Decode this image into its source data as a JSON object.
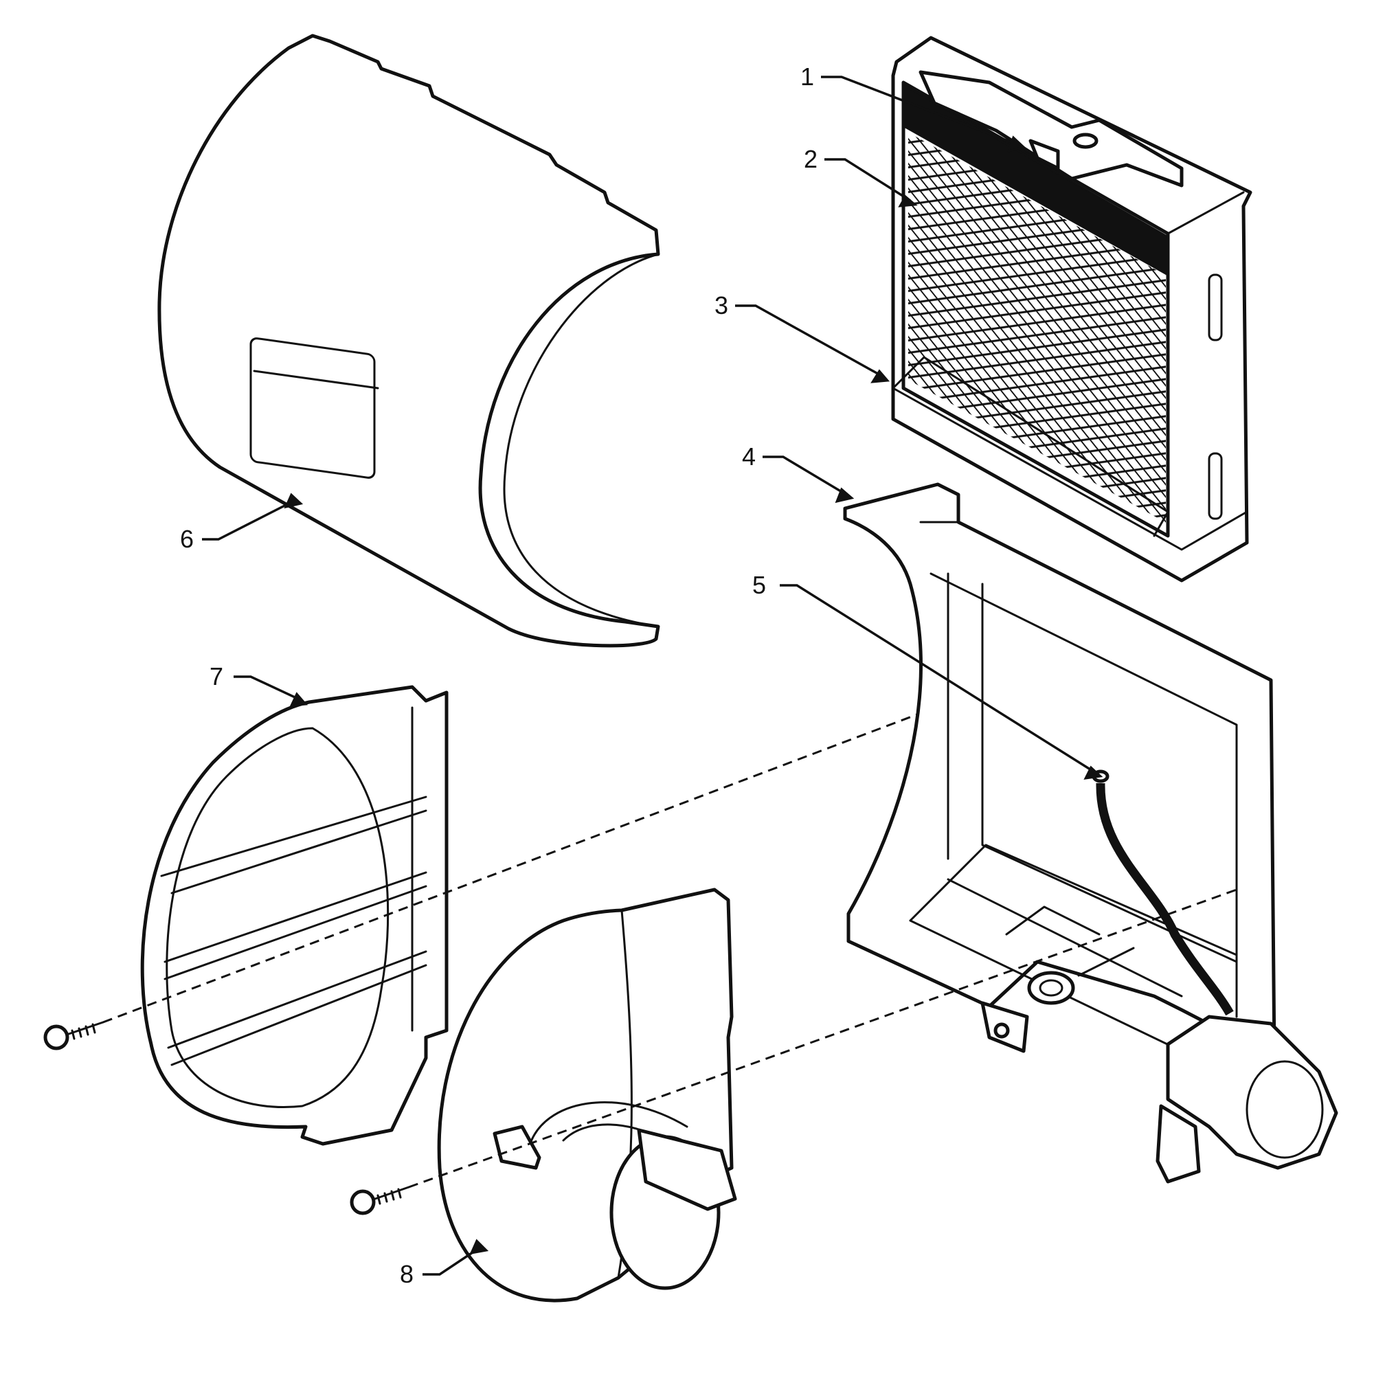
{
  "callouts": [
    {
      "id": "1",
      "label": "1"
    },
    {
      "id": "2",
      "label": "2"
    },
    {
      "id": "3",
      "label": "3"
    },
    {
      "id": "4",
      "label": "4"
    },
    {
      "id": "5",
      "label": "5"
    },
    {
      "id": "6",
      "label": "6"
    },
    {
      "id": "7",
      "label": "7"
    },
    {
      "id": "8",
      "label": "8"
    }
  ],
  "parts": [
    {
      "callout": "1",
      "icon": "clip-icon"
    },
    {
      "callout": "2",
      "icon": "mesh-pad-icon"
    },
    {
      "callout": "3",
      "icon": "pad-frame-icon"
    },
    {
      "callout": "4",
      "icon": "base-housing-icon"
    },
    {
      "callout": "5",
      "icon": "drain-tube-icon"
    },
    {
      "callout": "6",
      "icon": "cover-icon"
    },
    {
      "callout": "7",
      "icon": "grille-panel-icon"
    },
    {
      "callout": "8",
      "icon": "bypass-collar-icon"
    }
  ],
  "colors": {
    "line": "#111111",
    "background": "#ffffff"
  }
}
